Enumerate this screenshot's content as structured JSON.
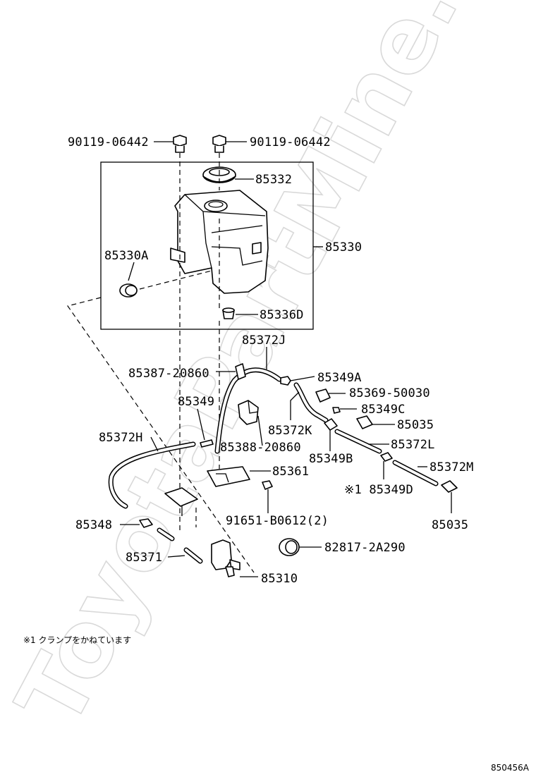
{
  "watermark": "ToyotaPartMine.ru",
  "labels": {
    "p90119_06442_left": "90119-06442",
    "p90119_06442_right": "90119-06442",
    "p85332": "85332",
    "p85330": "85330",
    "p85330A": "85330A",
    "p85336D": "85336D",
    "p85372J": "85372J",
    "p85387_20860": "85387-20860",
    "p85349A": "85349A",
    "p85369_50030": "85369-50030",
    "p85349C": "85349C",
    "p85349": "85349",
    "p85035_a": "85035",
    "p85372H": "85372H",
    "p85372K": "85372K",
    "p85372L": "85372L",
    "p85388_20860": "85388-20860",
    "p85349B": "85349B",
    "p85372M": "85372M",
    "p85361": "85361",
    "p85349D": "※1 85349D",
    "p91651_B0612": "91651-B0612(2)",
    "p85035_b": "85035",
    "p85348": "85348",
    "p82817_2A290": "82817-2A290",
    "p85371": "85371",
    "p85310": "85310"
  },
  "footnote": "※1 クランプをかねています",
  "figure_code": "850456A"
}
